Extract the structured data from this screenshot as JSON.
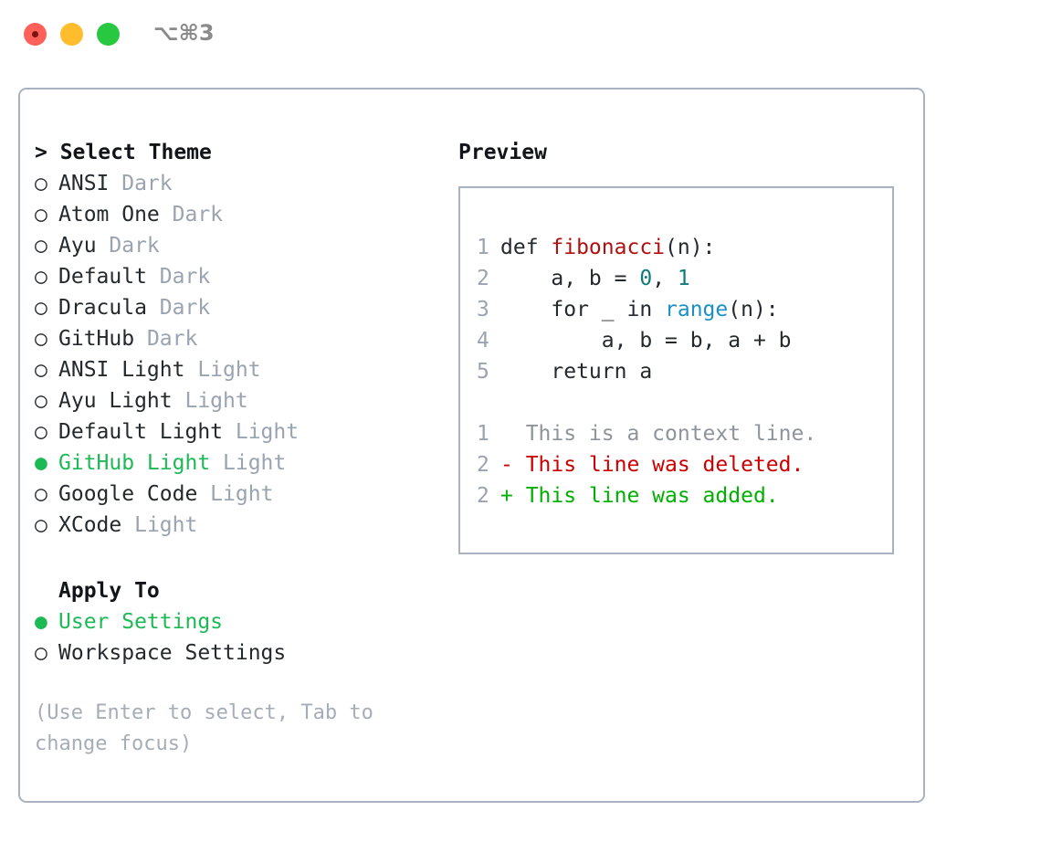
{
  "titlebar": {
    "shortcut": "⌥⌘3",
    "traffic_lights": [
      "close-red",
      "minimize-yellow",
      "maximize-green"
    ]
  },
  "theme_list": {
    "header": "> Select Theme",
    "items": [
      {
        "marker": "○",
        "name": "ANSI",
        "type": "Dark",
        "selected": false
      },
      {
        "marker": "○",
        "name": "Atom One",
        "type": "Dark",
        "selected": false
      },
      {
        "marker": "○",
        "name": "Ayu",
        "type": "Dark",
        "selected": false
      },
      {
        "marker": "○",
        "name": "Default",
        "type": "Dark",
        "selected": false
      },
      {
        "marker": "○",
        "name": "Dracula",
        "type": "Dark",
        "selected": false
      },
      {
        "marker": "○",
        "name": "GitHub",
        "type": "Dark",
        "selected": false
      },
      {
        "marker": "○",
        "name": "ANSI Light",
        "type": "Light",
        "selected": false
      },
      {
        "marker": "○",
        "name": "Ayu Light",
        "type": "Light",
        "selected": false
      },
      {
        "marker": "○",
        "name": "Default Light",
        "type": "Light",
        "selected": false
      },
      {
        "marker": "●",
        "name": "GitHub Light",
        "type": "Light",
        "selected": true
      },
      {
        "marker": "○",
        "name": "Google Code",
        "type": "Light",
        "selected": false
      },
      {
        "marker": "○",
        "name": "XCode",
        "type": "Light",
        "selected": false
      }
    ]
  },
  "apply_to": {
    "header": "Apply To",
    "items": [
      {
        "marker": "●",
        "label": "User Settings",
        "selected": true
      },
      {
        "marker": "○",
        "label": "Workspace Settings",
        "selected": false
      }
    ]
  },
  "hint": "(Use Enter to select, Tab to change focus)",
  "preview": {
    "title": "Preview",
    "code_lines": [
      {
        "no": "1",
        "segments": [
          {
            "t": "def ",
            "c": "plain"
          },
          {
            "t": "fibonacci",
            "c": "fn"
          },
          {
            "t": "(n):",
            "c": "plain"
          }
        ]
      },
      {
        "no": "2",
        "segments": [
          {
            "t": "    a, b = ",
            "c": "plain"
          },
          {
            "t": "0",
            "c": "num"
          },
          {
            "t": ", ",
            "c": "plain"
          },
          {
            "t": "1",
            "c": "num"
          }
        ]
      },
      {
        "no": "3",
        "segments": [
          {
            "t": "    for _ in ",
            "c": "plain"
          },
          {
            "t": "range",
            "c": "call"
          },
          {
            "t": "(n):",
            "c": "plain"
          }
        ]
      },
      {
        "no": "4",
        "segments": [
          {
            "t": "        a, b = b, a + b",
            "c": "plain"
          }
        ]
      },
      {
        "no": "5",
        "segments": [
          {
            "t": "    return a",
            "c": "plain"
          }
        ]
      }
    ],
    "diff_lines": [
      {
        "no": "1",
        "text": "  This is a context line.",
        "kind": "context"
      },
      {
        "no": "2",
        "text": "- This line was deleted.",
        "kind": "del"
      },
      {
        "no": "2",
        "text": "+ This line was added.",
        "kind": "add"
      }
    ]
  },
  "colors": {
    "accent_green": "#1db954",
    "panel_border": "#a9b2c0",
    "muted_gray": "#9aa3b0",
    "syntax_function": "#b01010",
    "syntax_number": "#0f7c7c",
    "syntax_call": "#1a90c4",
    "diff_deleted": "#cc0000",
    "diff_added": "#00b000"
  }
}
